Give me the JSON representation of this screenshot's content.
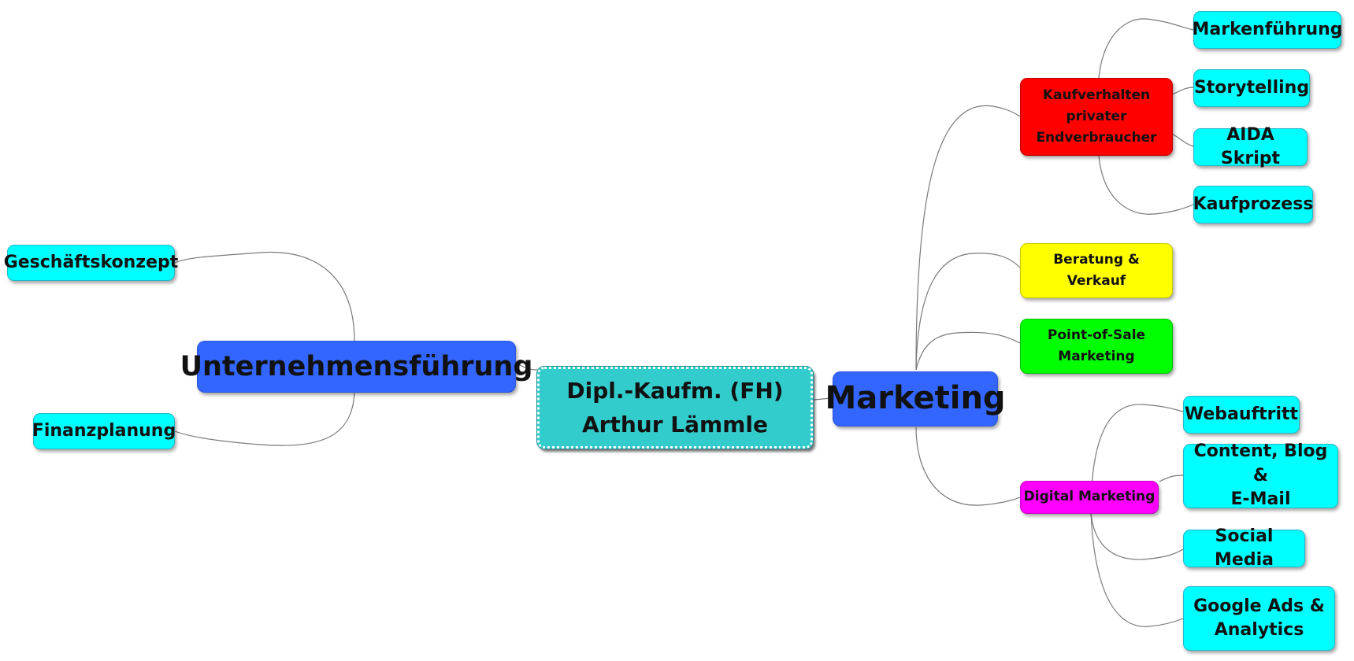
{
  "center": {
    "label": "Dipl.-Kaufm. (FH)\nArthur Lämmle"
  },
  "left": {
    "label": "Unternehmensführung",
    "children": [
      {
        "label": "Geschäftskonzept"
      },
      {
        "label": "Finanzplanung"
      }
    ]
  },
  "right": {
    "label": "Marketing",
    "branches": [
      {
        "label": "Kaufverhalten\nprivater\nEndverbraucher",
        "color": "#ff0000",
        "children": [
          {
            "label": "Markenführung"
          },
          {
            "label": "Storytelling"
          },
          {
            "label": "AIDA Skript"
          },
          {
            "label": "Kaufprozess"
          }
        ]
      },
      {
        "label": "Beratung &\nVerkauf",
        "color": "#ffff00"
      },
      {
        "label": "Point-of-Sale\nMarketing",
        "color": "#00ff00"
      },
      {
        "label": "Digital Marketing",
        "color": "#ff00ff",
        "children": [
          {
            "label": "Webauftritt"
          },
          {
            "label": "Content, Blog &\nE-Mail"
          },
          {
            "label": "Social Media"
          },
          {
            "label": "Google Ads &\nAnalytics"
          }
        ]
      }
    ]
  },
  "colors": {
    "leaf": "#00ffff",
    "main": "#3366ff",
    "center": "#33cccc",
    "connector": "#7a7a7a"
  }
}
